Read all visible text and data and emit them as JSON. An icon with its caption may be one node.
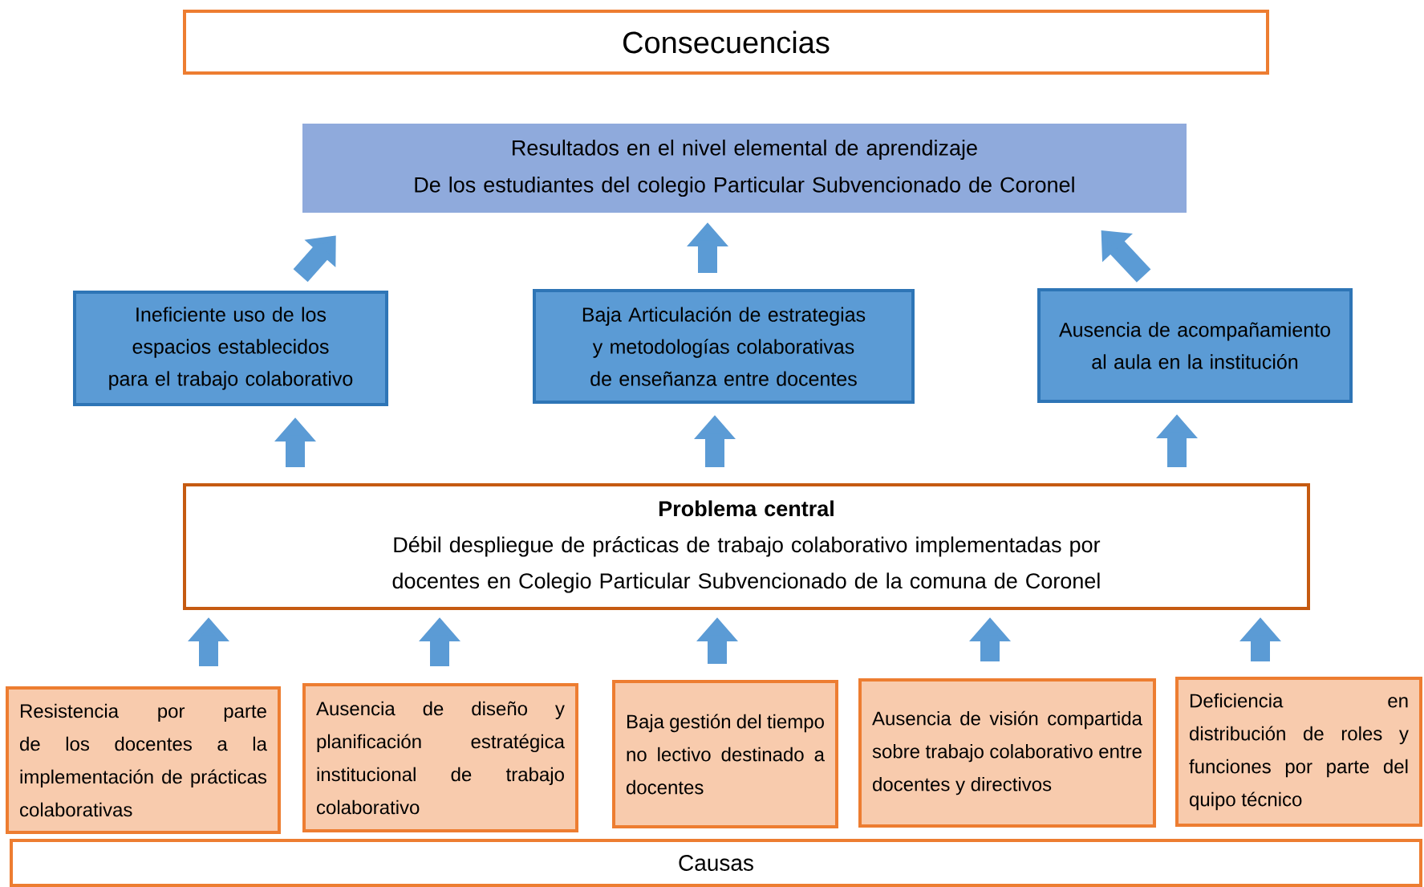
{
  "diagram": {
    "nodes": [
      {
        "text": [
          "Consecuencias"
        ]
      },
      {
        "text": [
          "Resultados en el nivel elemental de aprendizaje",
          "De los estudiantes del colegio Particular Subvencionado de Coronel"
        ]
      },
      {
        "text": [
          "Ineficiente uso de los espacios establecidos para el trabajo colaborativo"
        ]
      },
      {
        "text": [
          "Baja Articulación de estrategias y metodologías colaborativas de enseñanza entre docentes"
        ]
      },
      {
        "text": [
          "Ausencia de acompañamiento al aula en la institución"
        ]
      },
      {
        "text": [
          "Problema central",
          "Débil despliegue de prácticas de trabajo colaborativo implementadas por docentes en Colegio Particular Subvencionado de la comuna de Coronel"
        ]
      },
      {
        "text": [
          "Resistencia por parte de los docentes a la implementación de prácticas colaborativas"
        ]
      },
      {
        "text": [
          "Ausencia de diseño y planificación estratégica institucional de trabajo colaborativo"
        ]
      },
      {
        "text": [
          "Baja gestión del tiempo no lectivo destinado a docentes"
        ]
      },
      {
        "text": [
          "Ausencia de visión compartida sobre trabajo colaborativo entre docentes y directivos"
        ]
      },
      {
        "text": [
          "Deficiencia en distribución de roles y funciones por parte del quipo técnico"
        ]
      },
      {
        "text": [
          "Causas"
        ]
      }
    ],
    "edges": [
      {
        "from": 6,
        "to": 5,
        "arrow": "to"
      },
      {
        "from": 7,
        "to": 5,
        "arrow": "to"
      },
      {
        "from": 8,
        "to": 5,
        "arrow": "to"
      },
      {
        "from": 9,
        "to": 5,
        "arrow": "to"
      },
      {
        "from": 10,
        "to": 5,
        "arrow": "to"
      },
      {
        "from": 5,
        "to": 2,
        "arrow": "to"
      },
      {
        "from": 5,
        "to": 3,
        "arrow": "to"
      },
      {
        "from": 5,
        "to": 4,
        "arrow": "to"
      },
      {
        "from": 2,
        "to": 1,
        "arrow": "to"
      },
      {
        "from": 3,
        "to": 1,
        "arrow": "to"
      },
      {
        "from": 4,
        "to": 1,
        "arrow": "to"
      }
    ]
  }
}
